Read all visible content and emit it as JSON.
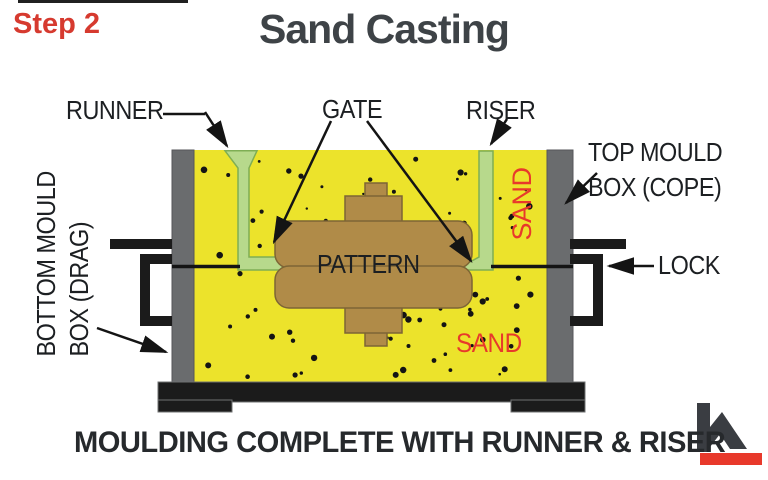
{
  "page": {
    "step_label": "Step 2",
    "title": "Sand Casting",
    "caption": "MOULDING COMPLETE WITH RUNNER & RISER"
  },
  "diagram": {
    "labels": {
      "runner": "RUNNER",
      "gate": "GATE",
      "riser": "RISER",
      "top_mould_box_line1": "TOP MOULD",
      "top_mould_box_line2": "BOX (COPE)",
      "lock": "LOCK",
      "bottom_mould_box_line1": "BOTTOM MOULD",
      "bottom_mould_box_line2": "BOX (DRAG)",
      "pattern": "PATTERN",
      "sand_cope": "SAND",
      "sand_drag": "SAND"
    },
    "icons": {
      "leader_arrow": "filled-triangle-arrow",
      "runner_icon": "funnel-sprue-channel",
      "riser_icon": "vertical-riser-channel",
      "lock_icon": "clamp-bracket",
      "brand_logo": "mountain-mark-with-red-underline"
    },
    "colors": {
      "sand": "#ece32b",
      "mould_wall": "#6a6c6e",
      "channel": "#b7d98c",
      "channel_border": "#7fae54",
      "pattern": "#b08b48",
      "pattern_border": "#7d6535",
      "base": "#1b1b1b",
      "label_red": "#e8392b",
      "step_red": "#d63a2f",
      "title_gray": "#3e4347",
      "ink": "#1c1f22"
    }
  }
}
